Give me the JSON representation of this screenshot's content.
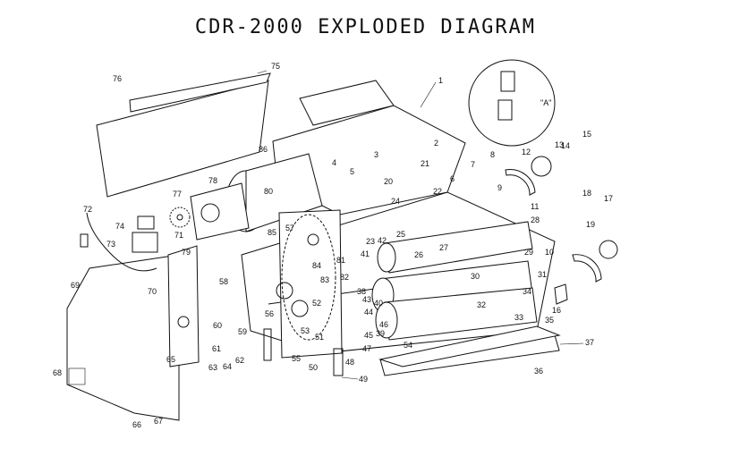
{
  "title": "CDR-2000 EXPLODED DIAGRAM",
  "detail_label": "\"A\"",
  "callouts": [
    "1",
    "2",
    "3",
    "4",
    "5",
    "6",
    "7",
    "8",
    "9",
    "10",
    "11",
    "12",
    "13",
    "14",
    "15",
    "16",
    "17",
    "18",
    "19",
    "20",
    "21",
    "22",
    "23",
    "24",
    "25",
    "26",
    "27",
    "28",
    "29",
    "30",
    "31",
    "32",
    "33",
    "34",
    "35",
    "36",
    "37",
    "38",
    "39",
    "40",
    "41",
    "42",
    "43",
    "44",
    "45",
    "46",
    "47",
    "48",
    "49",
    "50",
    "51",
    "52",
    "53",
    "54",
    "55",
    "56",
    "57",
    "58",
    "59",
    "60",
    "61",
    "62",
    "63",
    "64",
    "65",
    "66",
    "67",
    "68",
    "69",
    "70",
    "71",
    "72",
    "73",
    "74",
    "75",
    "76",
    "77",
    "78",
    "79",
    "80",
    "81",
    "82",
    "83",
    "84",
    "85",
    "86"
  ]
}
